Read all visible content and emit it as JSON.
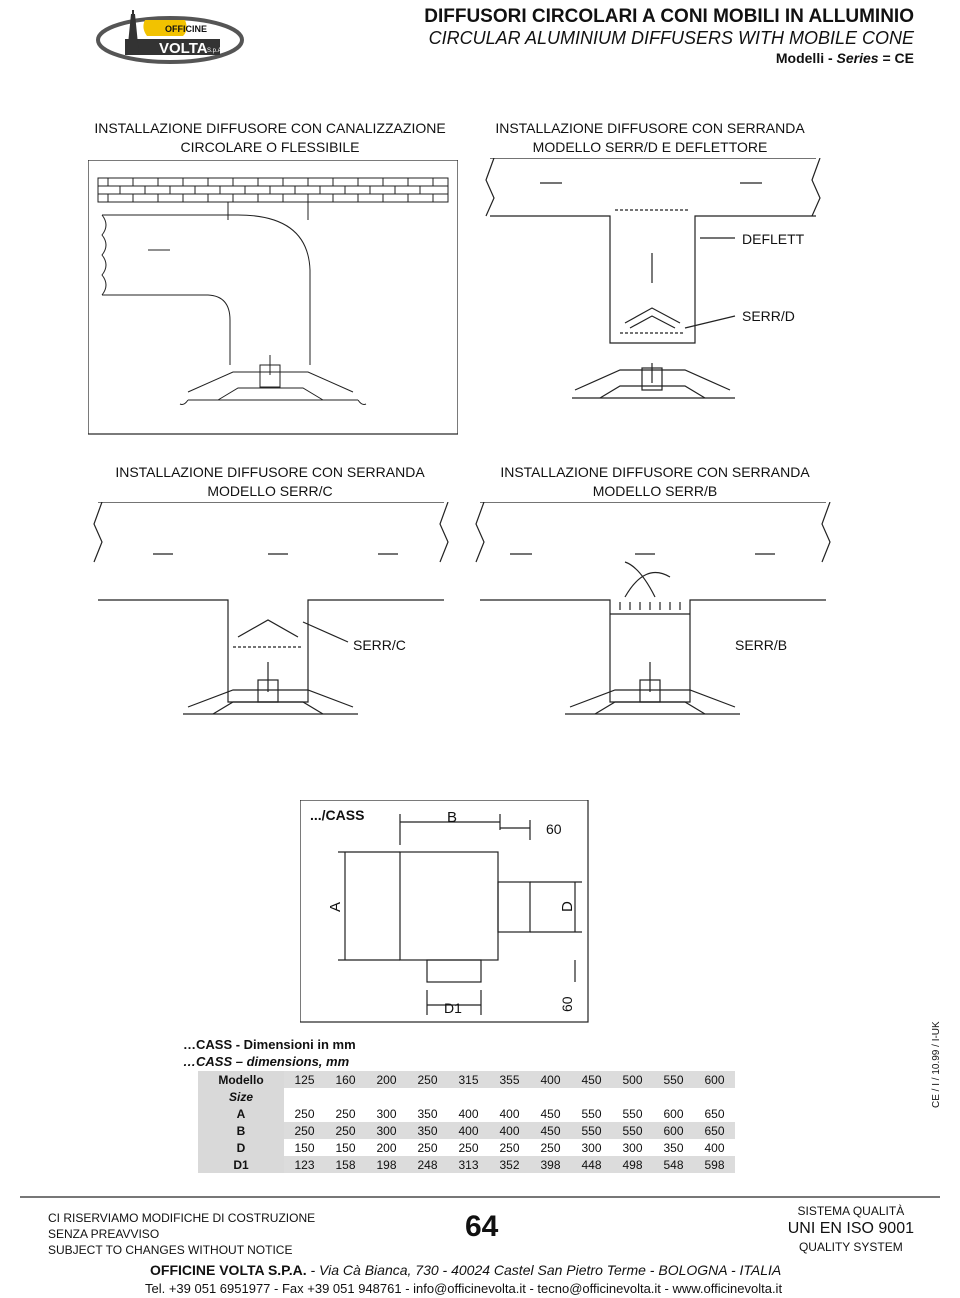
{
  "header": {
    "logo_top": "OFFICINE",
    "logo_main": "VOLTA",
    "logo_spa": "S.p.A.",
    "title_it": "DIFFUSORI CIRCOLARI A CONI MOBILI IN ALLUMINIO",
    "title_en": "CIRCULAR ALUMINIUM DIFFUSERS WITH MOBILE CONE",
    "models_prefix": "Modelli - ",
    "models_series": "Series",
    "models_suffix": " = CE"
  },
  "panels": {
    "p1": {
      "line1": "INSTALLAZIONE DIFFUSORE CON CANALIZZAZIONE",
      "line2": "CIRCOLARE O FLESSIBILE"
    },
    "p2": {
      "line1": "INSTALLAZIONE DIFFUSORE CON SERRANDA",
      "line2": "MODELLO SERR/D E DEFLETTORE",
      "label_a": "DEFLETT",
      "label_b": "SERR/D"
    },
    "p3": {
      "line1": "INSTALLAZIONE DIFFUSORE CON SERRANDA",
      "line2": "MODELLO SERR/C",
      "label": "SERR/C"
    },
    "p4": {
      "line1": "INSTALLAZIONE DIFFUSORE CON SERRANDA",
      "line2": "MODELLO SERR/B",
      "label": "SERR/B"
    }
  },
  "cass": {
    "title": ".../CASS",
    "B": "B",
    "A": "A",
    "D": "D",
    "D1": "D1",
    "s60a": "60",
    "s60b": "60"
  },
  "dimensions": {
    "line_it": "…CASS - Dimensioni in mm",
    "line_en": "…CASS – dimensions, mm"
  },
  "side_code": "CE / I / 10.99 / I-UK",
  "table": {
    "header_it": "Modello",
    "header_en": "Size",
    "sizes": [
      "125",
      "160",
      "200",
      "250",
      "315",
      "355",
      "400",
      "450",
      "500",
      "550",
      "600"
    ],
    "rows": [
      {
        "label": "A",
        "values": [
          "250",
          "250",
          "300",
          "350",
          "400",
          "400",
          "450",
          "550",
          "550",
          "600",
          "650"
        ]
      },
      {
        "label": "B",
        "values": [
          "250",
          "250",
          "300",
          "350",
          "400",
          "400",
          "450",
          "550",
          "550",
          "600",
          "650"
        ]
      },
      {
        "label": "D",
        "values": [
          "150",
          "150",
          "200",
          "250",
          "250",
          "250",
          "250",
          "300",
          "300",
          "350",
          "400"
        ]
      },
      {
        "label": "D1",
        "values": [
          "123",
          "158",
          "198",
          "248",
          "313",
          "352",
          "398",
          "448",
          "498",
          "548",
          "598"
        ]
      }
    ]
  },
  "footer": {
    "left1": "CI RISERVIAMO MODIFICHE DI COSTRUZIONE",
    "left2": "SENZA PREAVVISO",
    "left3": "SUBJECT TO CHANGES WITHOUT NOTICE",
    "page": "64",
    "right1": "SISTEMA QUALITÀ",
    "right2": "UNI EN ISO 9001",
    "right3": "QUALITY SYSTEM",
    "company": "OFFICINE VOLTA S.P.A.",
    "address": " - Via Cà Bianca, 730 - 40024 Castel San Pietro Terme - BOLOGNA - ITALIA",
    "contacts": "Tel. +39 051 6951977 - Fax +39 051 948761 - info@officinevolta.it - tecno@officinevolta.it - www.officinevolta.it"
  }
}
